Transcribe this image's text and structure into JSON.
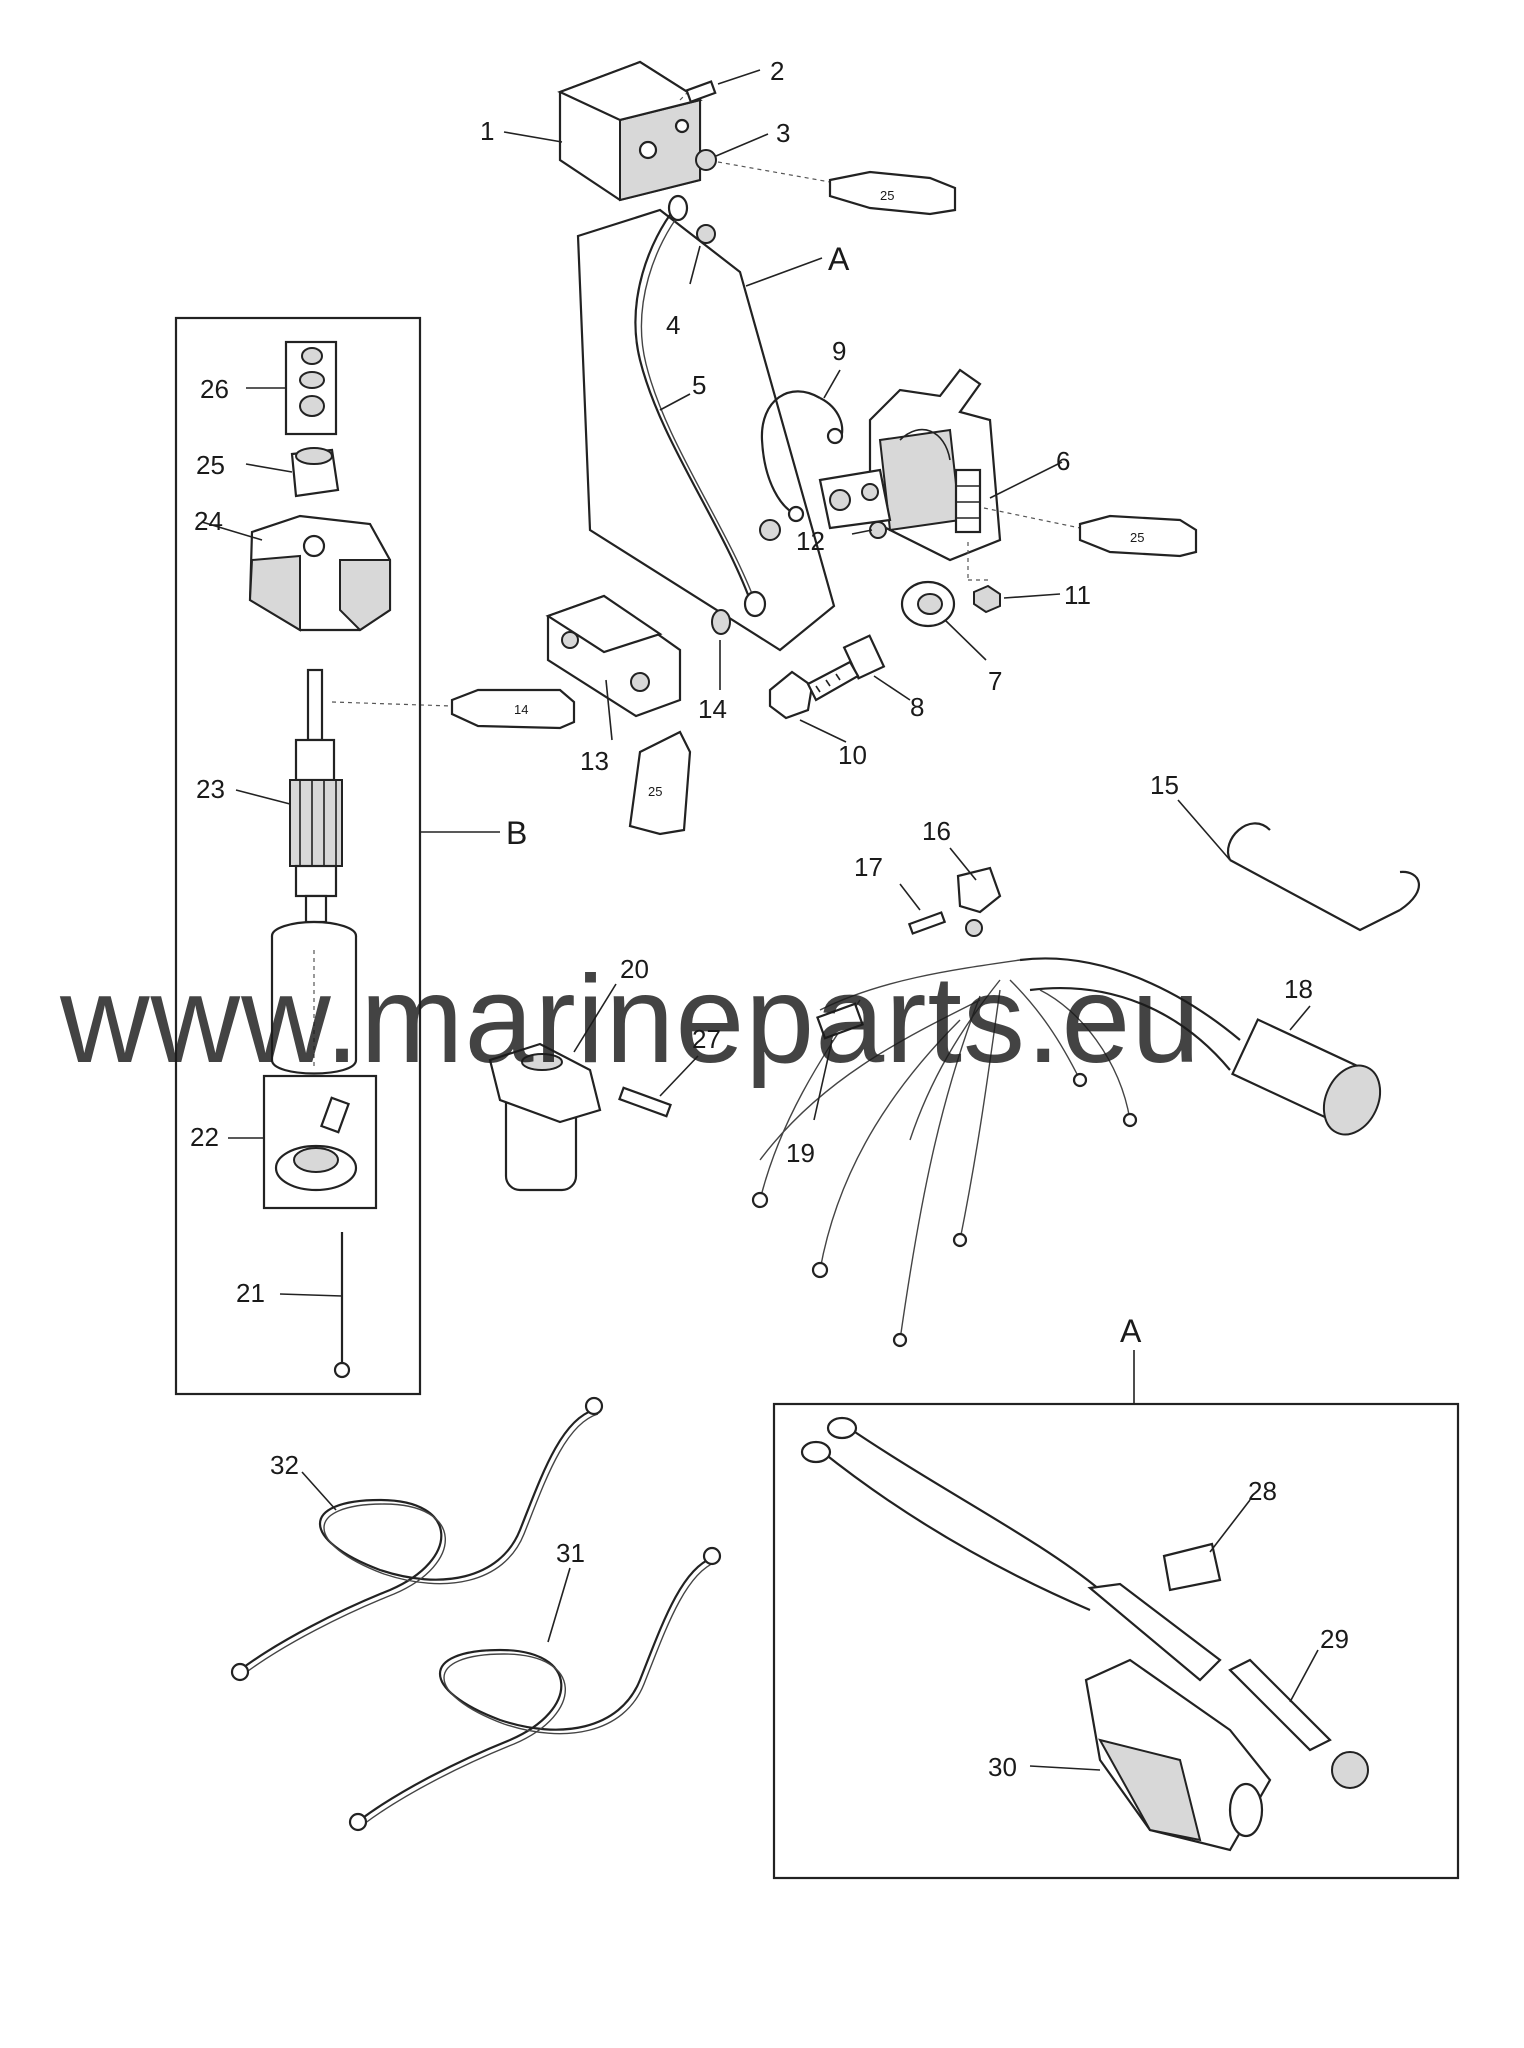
{
  "watermark": "www.marineparts.eu",
  "callouts": {
    "c1": "1",
    "c2": "2",
    "c3": "3",
    "c4": "4",
    "c5": "5",
    "c6": "6",
    "c7": "7",
    "c8": "8",
    "c9": "9",
    "c10": "10",
    "c11": "11",
    "c12": "12",
    "c13": "13",
    "c14": "14",
    "c15": "15",
    "c16": "16",
    "c17": "17",
    "c18": "18",
    "c19": "19",
    "c20": "20",
    "c21": "21",
    "c22": "22",
    "c23": "23",
    "c24": "24",
    "c25": "25",
    "c26": "26",
    "c27": "27",
    "c28": "28",
    "c29": "29",
    "c30": "30",
    "c31": "31",
    "c32": "32"
  },
  "group_labels": {
    "a_top": "A",
    "a_detail": "A",
    "b": "B"
  },
  "sealant_tubes": {
    "t1": "25",
    "t2": "25",
    "t3": "14",
    "t4": "25"
  }
}
